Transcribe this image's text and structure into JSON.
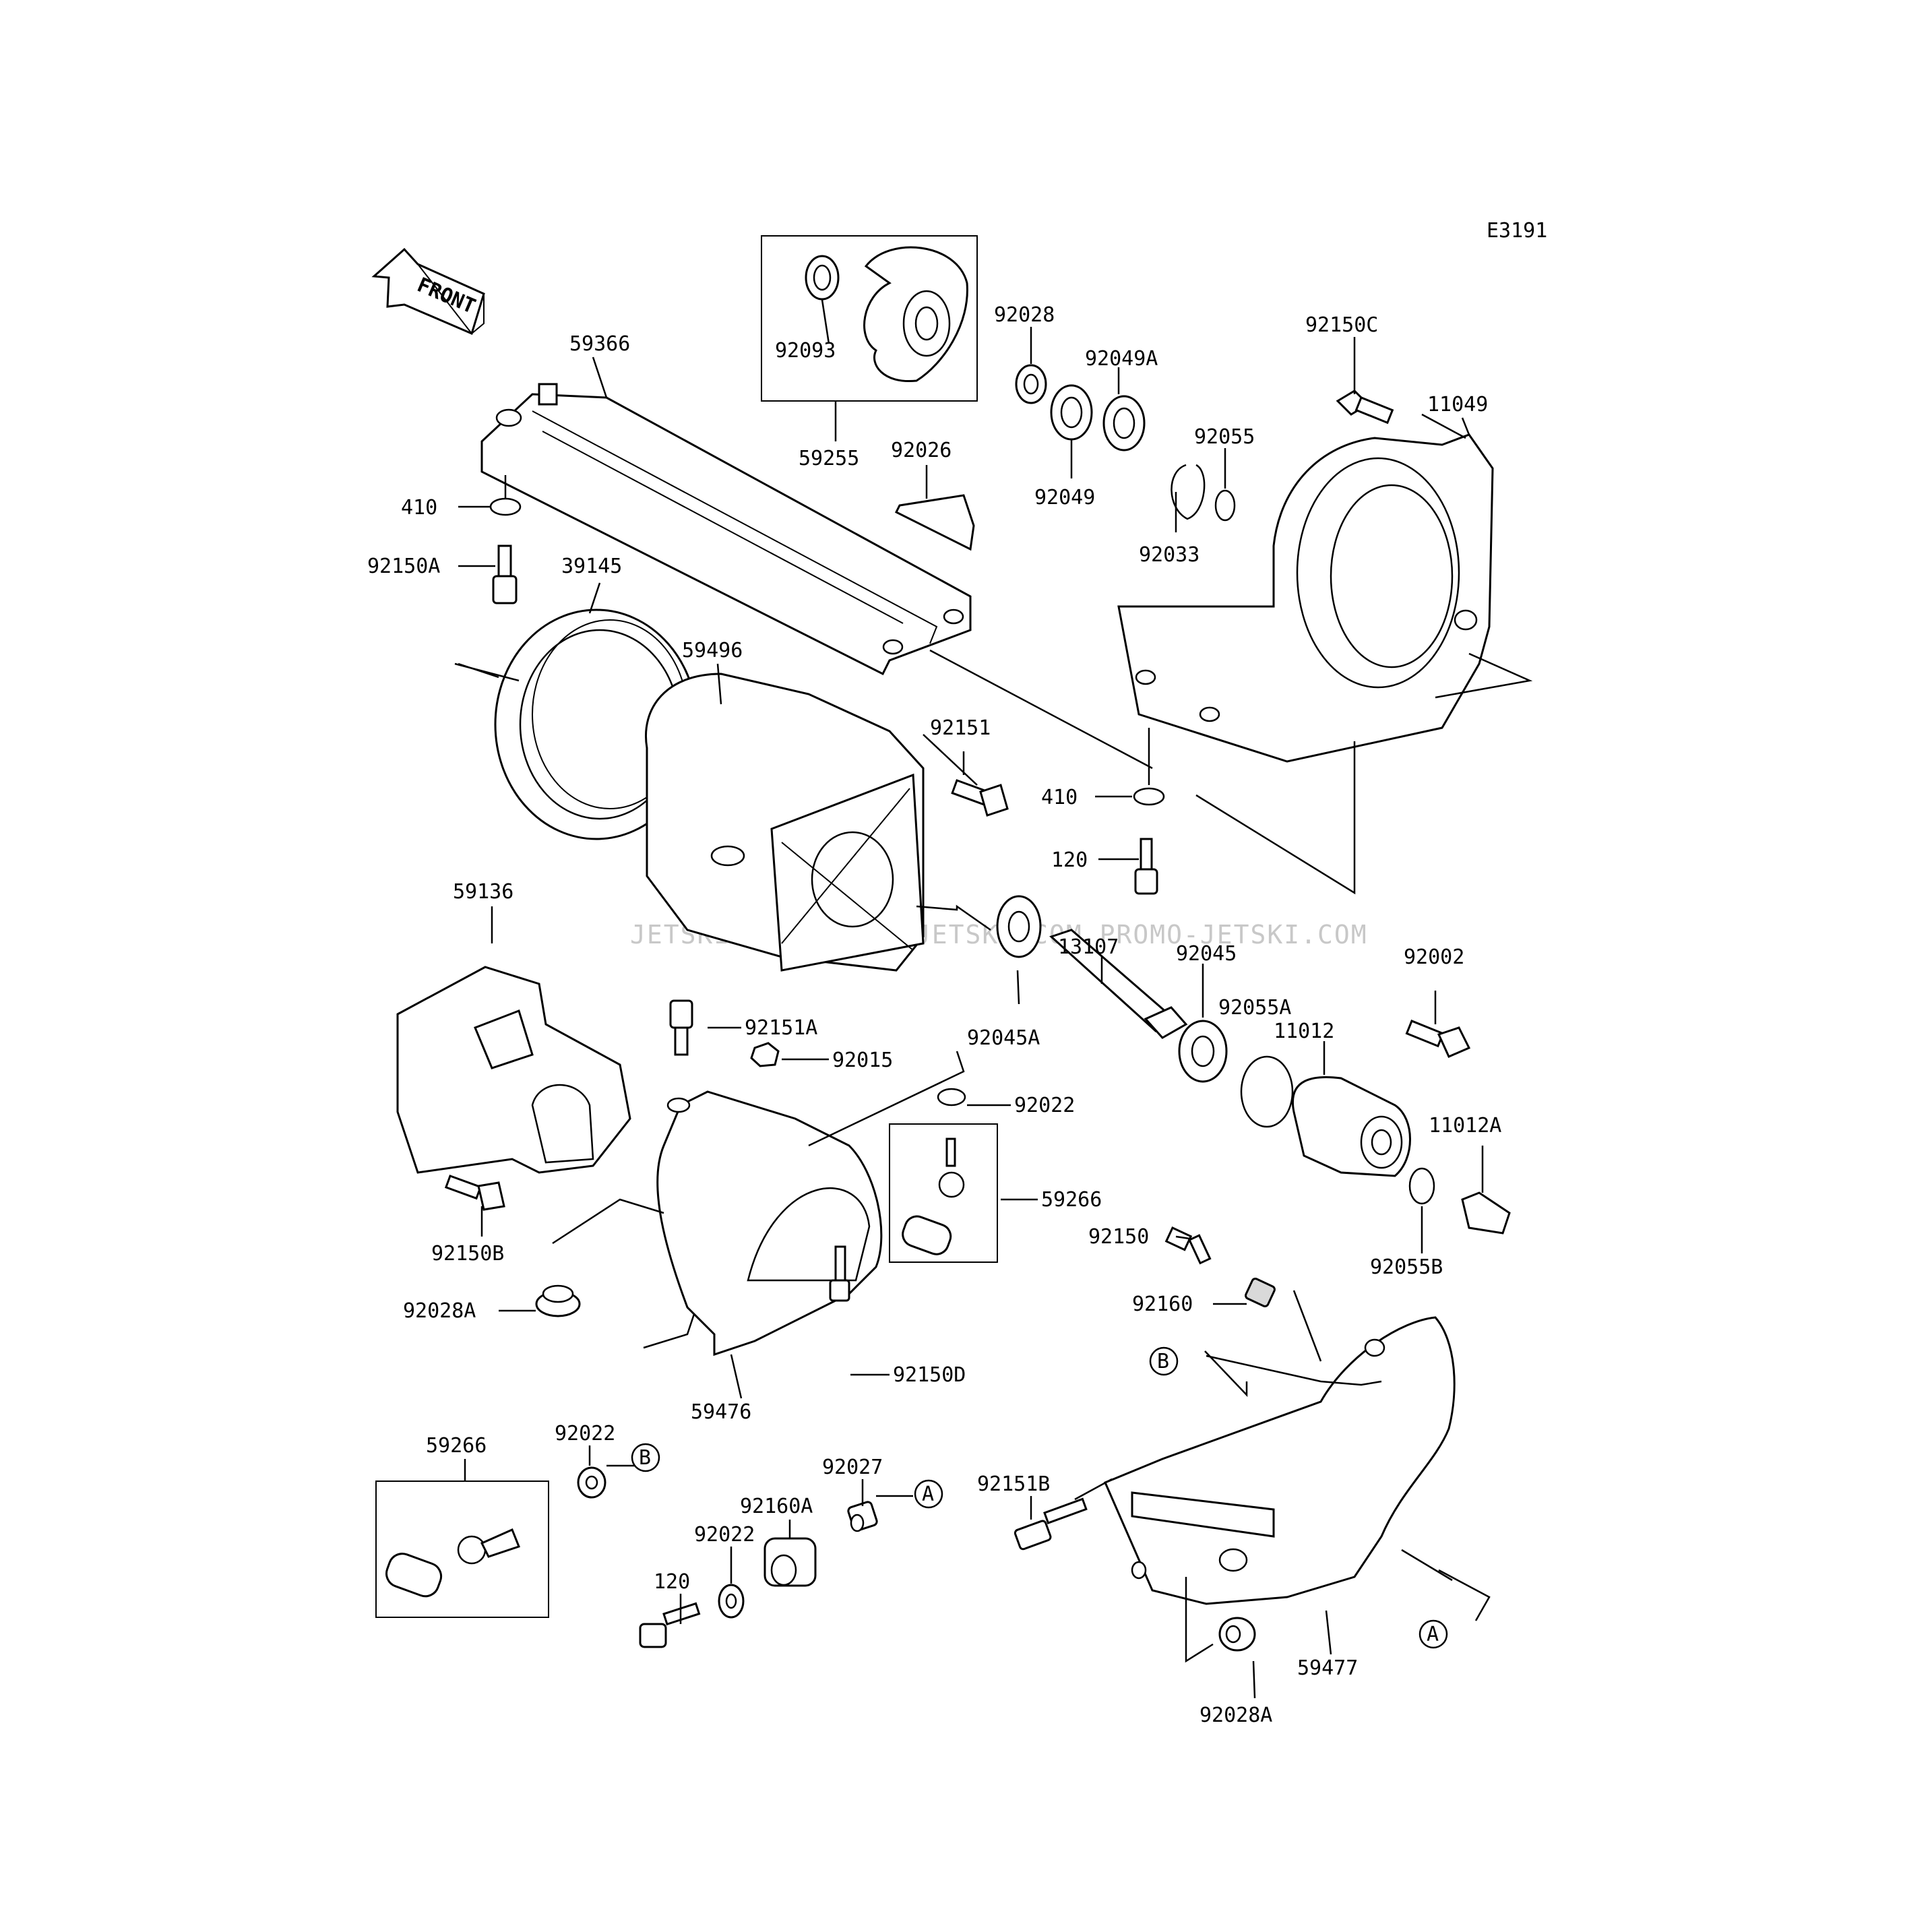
{
  "diagram_code": "E3191",
  "front_label": "FRONT",
  "watermark": "JETSKI.COM PROMO-JETSKI.COM PROMO-JETSKI.COM",
  "callouts": {
    "p59366": "59366",
    "p410a": "410",
    "p92150A": "92150A",
    "p39145": "39145",
    "p59496": "59496",
    "p92093": "92093",
    "p59255": "59255",
    "p92026": "92026",
    "p92028": "92028",
    "p92049A": "92049A",
    "p92049": "92049",
    "p92055": "92055",
    "p92033": "92033",
    "p92150C": "92150C",
    "p11049": "11049",
    "p92151": "92151",
    "p410b": "410",
    "p120a": "120",
    "p13107": "13107",
    "p92045": "92045",
    "p92045A": "92045A",
    "p92055A": "92055A",
    "p11012": "11012",
    "p92002": "92002",
    "p11012A": "11012A",
    "p92055B": "92055B",
    "p59136": "59136",
    "p92151A": "92151A",
    "p92015": "92015",
    "p92022a": "92022",
    "p59266a": "59266",
    "p92150": "92150",
    "p92160": "92160",
    "p92150B": "92150B",
    "p92028A": "92028A",
    "p92150D": "92150D",
    "p59476": "59476",
    "p59266b": "59266",
    "p92022b": "92022",
    "p92027": "92027",
    "p92160A": "92160A",
    "p92022c": "92022",
    "p120b": "120",
    "p92151B": "92151B",
    "p59477": "59477",
    "p92028A2": "92028A"
  },
  "ref_markers": {
    "a1": "A",
    "a2": "A",
    "b1": "B",
    "b2": "B"
  }
}
